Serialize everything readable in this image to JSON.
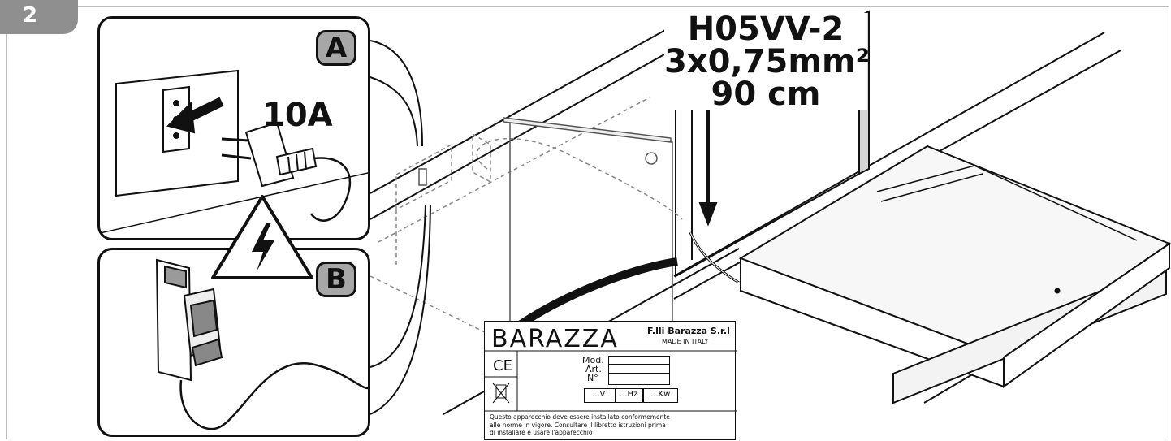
{
  "step_number": "2",
  "panels": {
    "a": {
      "letter": "A",
      "current": "10A"
    },
    "b": {
      "letter": "B"
    }
  },
  "cable_spec": {
    "type": "H05VV-2",
    "section": "3x0,75mm²",
    "length": "90 cm"
  },
  "rating_plate": {
    "brand": "BARAZZA",
    "manufacturer": "F.lli Barazza S.r.l",
    "origin": "MADE IN ITALY",
    "ce_mark": "CE",
    "fields": [
      "Mod.",
      "Art.",
      "N°"
    ],
    "ratings": [
      "...V",
      "...Hz",
      "...Kw"
    ],
    "note_lines": [
      "Questo apparecchio deve essere installato conformemente",
      "alle norme in vigore. Consultare il libretto istruzioni prima",
      "di installare e usare l'apparecchio"
    ]
  },
  "icons": [
    "warning-triangle-icon",
    "electrical-hazard-icon",
    "wheelie-bin-crossed-icon",
    "plug-icon",
    "socket-icon",
    "circuit-breaker-icon"
  ],
  "colors": {
    "line": "#111111",
    "panel_label_bg": "#a7a7a7",
    "badge_bg": "#8f8f8f"
  }
}
